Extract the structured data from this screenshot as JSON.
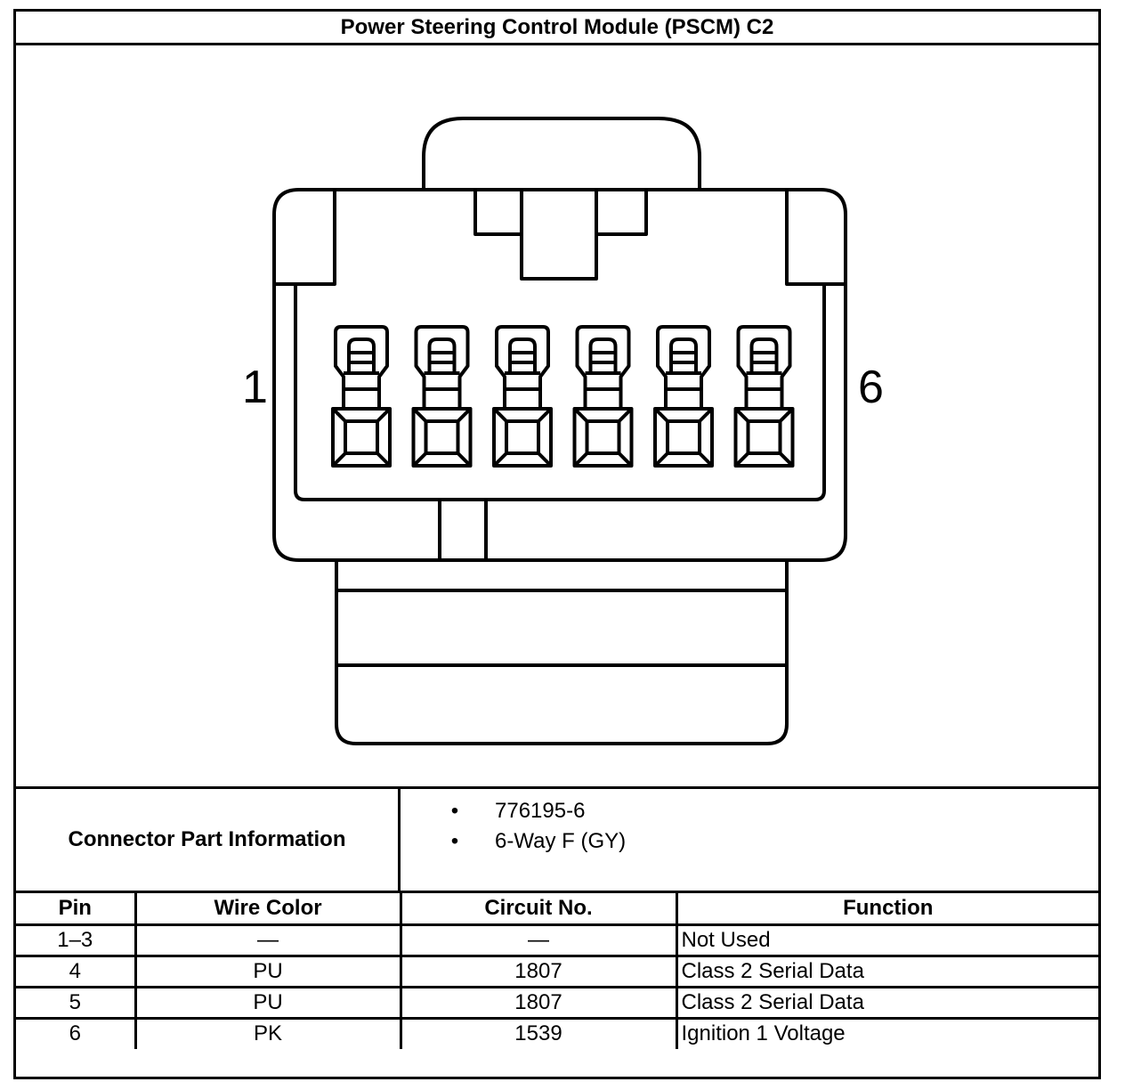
{
  "title": "Power Steering Control Module (PSCM) C2",
  "diagram": {
    "pin_label_left": "1",
    "pin_label_right": "6",
    "terminal_count": 6
  },
  "connector_info": {
    "label": "Connector Part Information",
    "items": [
      "776195-6",
      "6-Way F (GY)"
    ]
  },
  "table": {
    "headers": [
      "Pin",
      "Wire Color",
      "Circuit No.",
      "Function"
    ],
    "rows": [
      [
        "1–3",
        "—",
        "—",
        "Not Used"
      ],
      [
        "4",
        "PU",
        "1807",
        "Class 2 Serial Data"
      ],
      [
        "5",
        "PU",
        "1807",
        "Class 2 Serial Data"
      ],
      [
        "6",
        "PK",
        "1539",
        "Ignition 1 Voltage"
      ]
    ]
  }
}
